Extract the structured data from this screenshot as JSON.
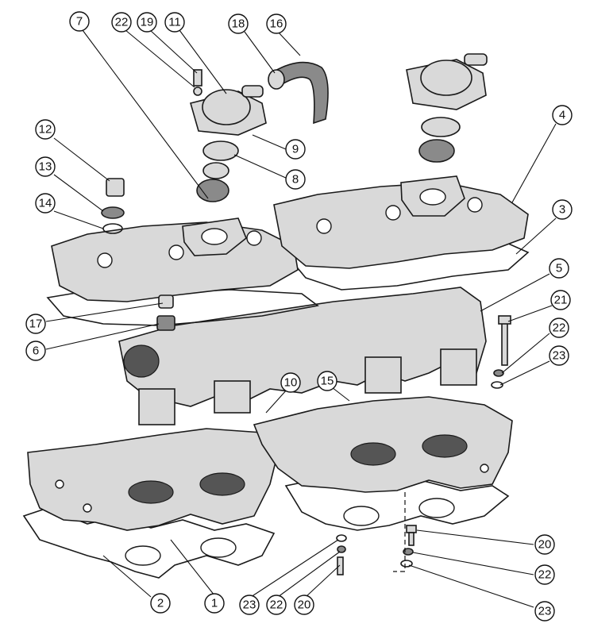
{
  "diagram": {
    "callouts": [
      {
        "id": "c7",
        "label": "7"
      },
      {
        "id": "c22a",
        "label": "22"
      },
      {
        "id": "c19",
        "label": "19"
      },
      {
        "id": "c11",
        "label": "11"
      },
      {
        "id": "c18",
        "label": "18"
      },
      {
        "id": "c16",
        "label": "16"
      },
      {
        "id": "c4",
        "label": "4"
      },
      {
        "id": "c12",
        "label": "12"
      },
      {
        "id": "c9",
        "label": "9"
      },
      {
        "id": "c13",
        "label": "13"
      },
      {
        "id": "c8",
        "label": "8"
      },
      {
        "id": "c3",
        "label": "3"
      },
      {
        "id": "c14",
        "label": "14"
      },
      {
        "id": "c5",
        "label": "5"
      },
      {
        "id": "c21",
        "label": "21"
      },
      {
        "id": "c17",
        "label": "17"
      },
      {
        "id": "c22b",
        "label": "22"
      },
      {
        "id": "c6",
        "label": "6"
      },
      {
        "id": "c23a",
        "label": "23"
      },
      {
        "id": "c10",
        "label": "10"
      },
      {
        "id": "c15",
        "label": "15"
      },
      {
        "id": "c20a",
        "label": "20"
      },
      {
        "id": "c22c",
        "label": "22"
      },
      {
        "id": "c2",
        "label": "2"
      },
      {
        "id": "c1",
        "label": "1"
      },
      {
        "id": "c23b",
        "label": "23"
      },
      {
        "id": "c22d",
        "label": "22"
      },
      {
        "id": "c20b",
        "label": "20"
      },
      {
        "id": "c23c",
        "label": "23"
      }
    ]
  }
}
